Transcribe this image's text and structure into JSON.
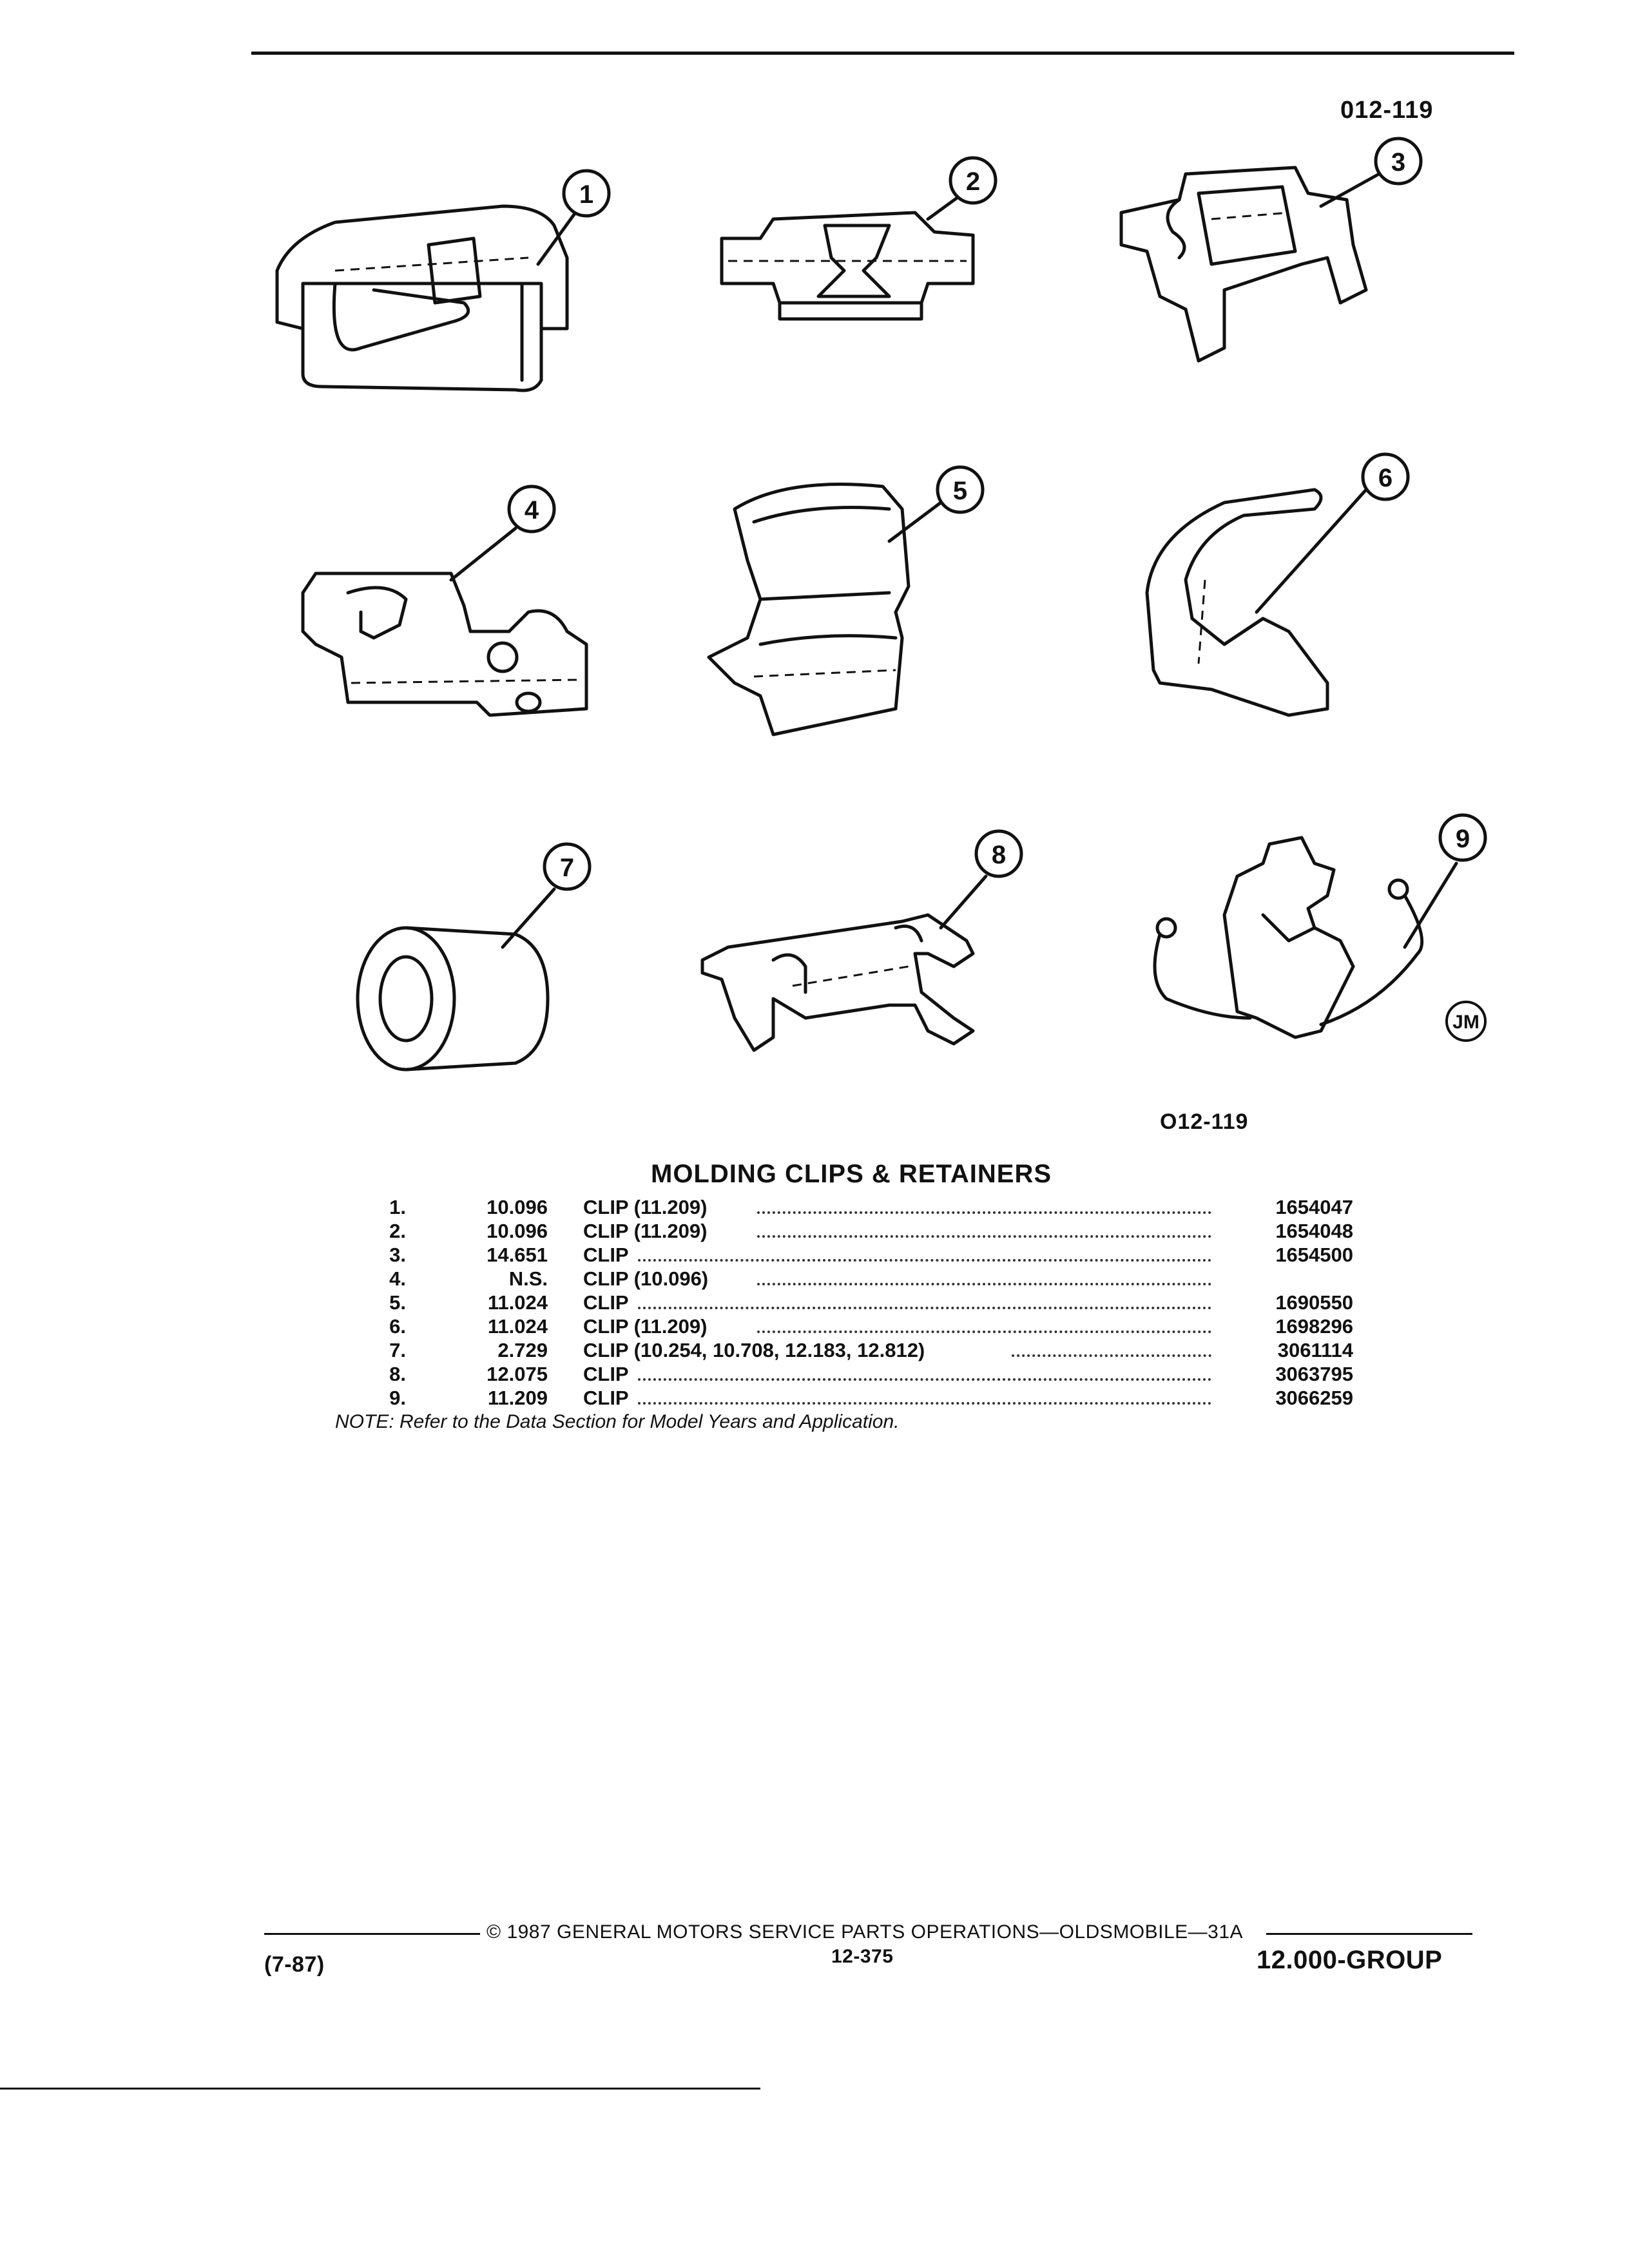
{
  "figure_code_top": "012-119",
  "figure_code_bottom": "O12-119",
  "callouts": [
    "1",
    "2",
    "3",
    "4",
    "5",
    "6",
    "7",
    "8",
    "9"
  ],
  "artist_mark": "JM",
  "section_title": "MOLDING CLIPS & RETAINERS",
  "parts": [
    {
      "num": "1.",
      "group": "10.096",
      "desc": "CLIP (11.209)",
      "part": "1654047"
    },
    {
      "num": "2.",
      "group": "10.096",
      "desc": "CLIP (11.209)",
      "part": "1654048"
    },
    {
      "num": "3.",
      "group": "14.651",
      "desc": "CLIP",
      "part": "1654500"
    },
    {
      "num": "4.",
      "group": "N.S.",
      "desc": "CLIP (10.096)",
      "part": ""
    },
    {
      "num": "5.",
      "group": "11.024",
      "desc": "CLIP",
      "part": "1690550"
    },
    {
      "num": "6.",
      "group": "11.024",
      "desc": "CLIP (11.209)",
      "part": "1698296"
    },
    {
      "num": "7.",
      "group": "2.729",
      "desc": "CLIP (10.254, 10.708, 12.183, 12.812)",
      "part": "3061114"
    },
    {
      "num": "8.",
      "group": "12.075",
      "desc": "CLIP",
      "part": "3063795"
    },
    {
      "num": "9.",
      "group": "11.209",
      "desc": "CLIP",
      "part": "3066259"
    }
  ],
  "note": "NOTE: Refer to the Data Section for Model Years and Application.",
  "footer": {
    "copyright": "© 1987 GENERAL MOTORS SERVICE PARTS OPERATIONS—OLDSMOBILE—31A",
    "date": "(7-87)",
    "page": "12-375",
    "group": "12.000-GROUP"
  }
}
